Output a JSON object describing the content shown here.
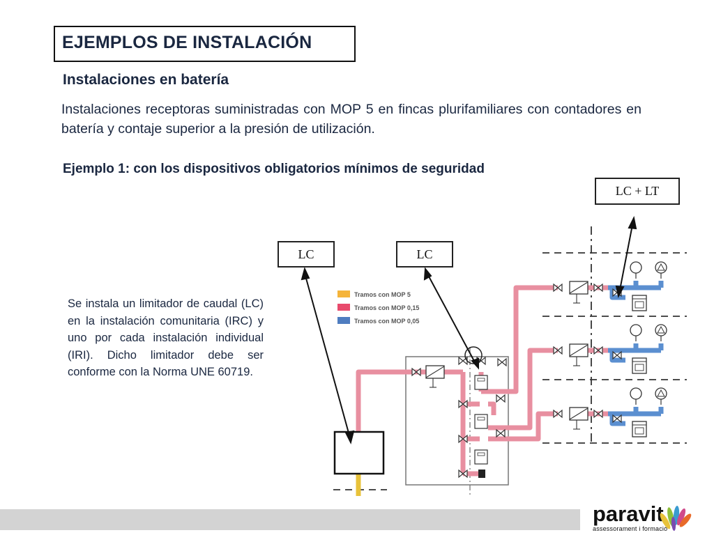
{
  "title": "EJEMPLOS DE INSTALACIÓN",
  "subtitle": "Instalaciones en batería",
  "intro": "Instalaciones receptoras suministradas con MOP 5 en fincas plurifamiliares con contadores en batería y contaje superior a la presión de utilización.",
  "example_heading": "Ejemplo 1:  con los dispositivos obligatorios mínimos de seguridad",
  "side_text": "Se instala un limitador de caudal (LC) en la instalación comunitaria (IRC) y uno por cada instalación individual (IRI). Dicho limitador debe ser conforme con la Norma UNE 60719.",
  "callouts": {
    "lc_left": "LC",
    "lc_middle": "LC",
    "lc_lt": "LC + LT"
  },
  "legend": [
    {
      "label": "Tramos con MOP 5",
      "color": "#f5b43a"
    },
    {
      "label": "Tramos con MOP 0,15",
      "color": "#e84a6c"
    },
    {
      "label": "Tramos con MOP 0,05",
      "color": "#4f7dc0"
    }
  ],
  "colors": {
    "pipe_mop5": "#e8c23a",
    "pipe_mop015": "#e88fa0",
    "pipe_mop005": "#5b8fd0",
    "bottom_bar": "#d3d3d3"
  },
  "logo": {
    "name": "paravit",
    "tagline": "assessorament i formació"
  }
}
